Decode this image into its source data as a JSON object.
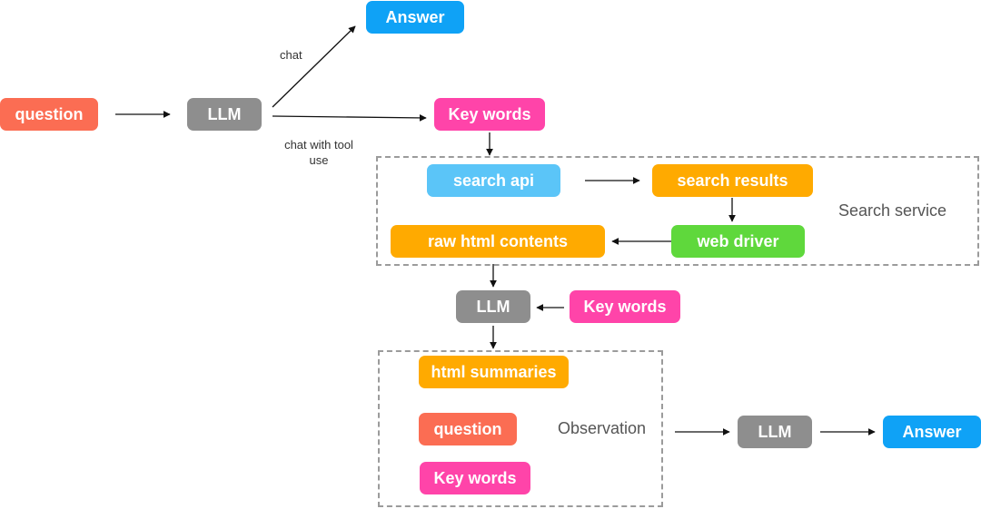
{
  "colors": {
    "question": "#fb6d53",
    "llm": "#8e8e8e",
    "answer": "#0fa2f6",
    "keywords": "#ff44a9",
    "search_api": "#5bc5f8",
    "orange": "#ffaa00",
    "web_driver": "#5fd83c",
    "dashed_border": "#9b9b9b",
    "arrow": "#111111"
  },
  "nodes": {
    "question_top": "question",
    "llm_top": "LLM",
    "answer_top": "Answer",
    "keywords_top": "Key words",
    "search_api": "search api",
    "search_results": "search results",
    "web_driver": "web driver",
    "raw_html_contents": "raw html contents",
    "llm_middle": "LLM",
    "keywords_middle": "Key words",
    "html_summaries": "html summaries",
    "question_bottom": "question",
    "keywords_bottom": "Key words",
    "llm_bottom": "LLM",
    "answer_bottom": "Answer"
  },
  "edge_labels": {
    "chat": "chat",
    "chat_with_tool_use_line1": "chat with tool",
    "chat_with_tool_use_line2": "use"
  },
  "containers": {
    "search_service": "Search service",
    "observation": "Observation"
  },
  "edges": [
    {
      "from": "question_top",
      "to": "llm_top",
      "label": ""
    },
    {
      "from": "llm_top",
      "to": "answer_top",
      "label": "chat"
    },
    {
      "from": "llm_top",
      "to": "keywords_top",
      "label": "chat with tool use"
    },
    {
      "from": "keywords_top",
      "to": "search_service_box",
      "label": ""
    },
    {
      "from": "search_api",
      "to": "search_results",
      "label": ""
    },
    {
      "from": "search_results",
      "to": "web_driver",
      "label": ""
    },
    {
      "from": "web_driver",
      "to": "raw_html_contents",
      "label": ""
    },
    {
      "from": "search_service_box",
      "to": "llm_middle",
      "label": ""
    },
    {
      "from": "keywords_middle",
      "to": "llm_middle",
      "label": ""
    },
    {
      "from": "llm_middle",
      "to": "observation_box",
      "label": ""
    },
    {
      "from": "observation_box",
      "to": "llm_bottom",
      "label": ""
    },
    {
      "from": "llm_bottom",
      "to": "answer_bottom",
      "label": ""
    }
  ]
}
